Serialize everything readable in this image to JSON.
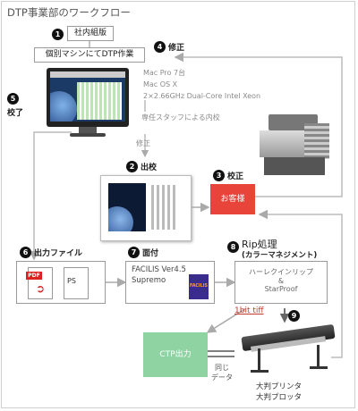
{
  "title": "DTP事業部のワークフロー",
  "steps": {
    "s1": {
      "num": "1",
      "label": "社内組版"
    },
    "s1b": {
      "label": "個別マシンにてDTP作業"
    },
    "s2": {
      "num": "2",
      "label": "出校"
    },
    "s3": {
      "num": "3",
      "label": "校正"
    },
    "s4": {
      "num": "4",
      "label": "修正"
    },
    "s5": {
      "num": "5",
      "label": "校了"
    },
    "s6": {
      "num": "6",
      "label": "出力ファイル"
    },
    "s7": {
      "num": "7",
      "label": "面付"
    },
    "s8": {
      "num": "8",
      "label": "Rip処理",
      "sub": "(カラーマネジメント)"
    },
    "s9": {
      "num": "9"
    }
  },
  "mac_spec": [
    "Mac Pro 7台",
    "Mac OS X",
    "2×2.66GHz Dual-Core Intel Xeon"
  ],
  "proofread": "専任スタッフによる内校",
  "fix": "修正",
  "client": "お客様",
  "output_icons": {
    "pdf": "PDF",
    "ps": "PS"
  },
  "imposition": {
    "line1": "FACILIS Ver4.5",
    "line2": "Supremo",
    "logo": "FACILIS"
  },
  "rip": {
    "line1": "ハーレクインリップ",
    "line2": "&",
    "line3": "StarProof"
  },
  "tiff_label": "1bit tiff",
  "ctp": "CTP出力",
  "same_data": {
    "line1": "同じ",
    "line2": "データ"
  },
  "printer": {
    "line1": "大判プリンタ",
    "line2": "大判プロッタ"
  }
}
